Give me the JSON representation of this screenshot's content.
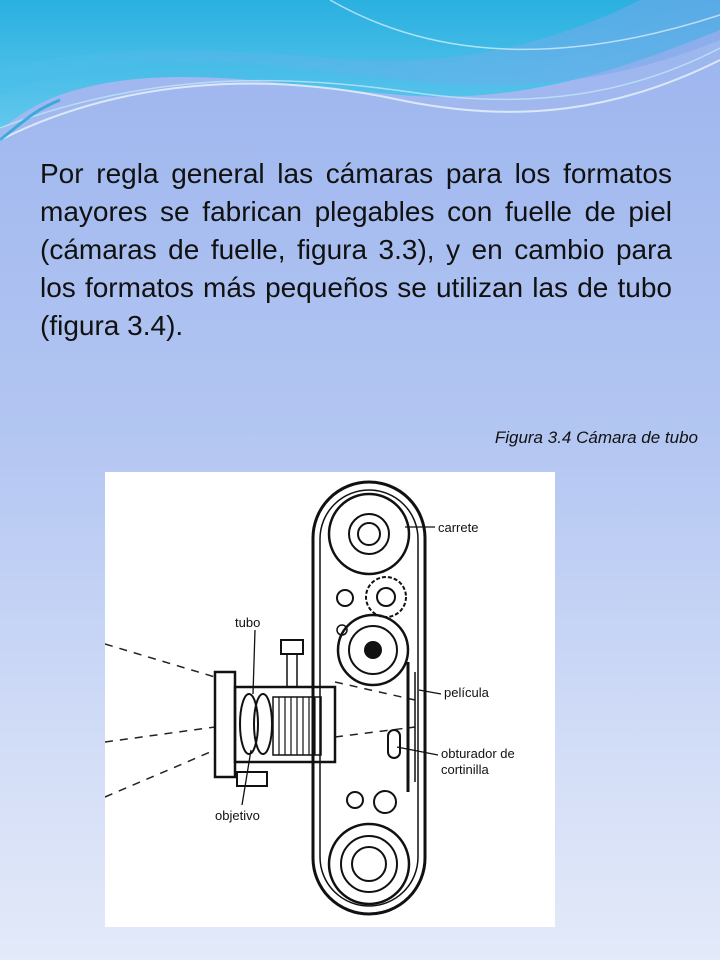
{
  "slide": {
    "body_text": "Por regla general las cámaras para los formatos mayores se fabrican plegables con fuelle de piel (cámaras de fuelle, figura 3.3), y en cambio para los formatos más pequeños se utilizan las de tubo (figura 3.4).",
    "caption": "Figura 3.4 Cámara de tubo"
  },
  "figure": {
    "labels": {
      "carrete": "carrete",
      "tubo": "tubo",
      "pelicula": "película",
      "obturador_line1": "obturador de",
      "obturador_line2": "cortinilla",
      "objetivo": "objetivo"
    }
  },
  "colors": {
    "background_top": "#9bb4ee",
    "background_bottom": "#e3eaf9",
    "wave_accent": "#2bb3e6",
    "text": "#111111"
  }
}
